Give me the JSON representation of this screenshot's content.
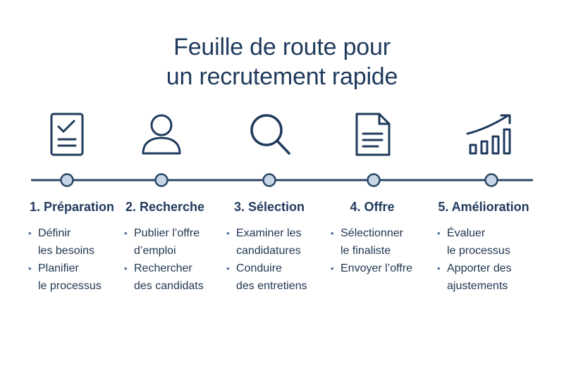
{
  "title": {
    "line1": "Feuille de route pour",
    "line2": "un recrutement rapide"
  },
  "colors": {
    "primary": "#1f3a5c",
    "node_fill": "#c7d6e6",
    "line": "#2b4766"
  },
  "steps": [
    {
      "icon": "checklist-icon",
      "title": "1. Préparation",
      "bullets": [
        {
          "l1": "Définir",
          "l2": "les besoins"
        },
        {
          "l1": "Planifier",
          "l2": "le processus"
        }
      ]
    },
    {
      "icon": "user-icon",
      "title": "2. Recherche",
      "bullets": [
        {
          "l1": "Publier l’offre",
          "l2": "d’emploi"
        },
        {
          "l1": "Rechercher",
          "l2": "des candidats"
        }
      ]
    },
    {
      "icon": "magnifier-icon",
      "title": "3. Sélection",
      "bullets": [
        {
          "l1": "Examiner les",
          "l2": "candidatures"
        },
        {
          "l1": "Conduire",
          "l2": "des entretiens"
        }
      ]
    },
    {
      "icon": "document-icon",
      "title": "4. Offre",
      "bullets": [
        {
          "l1": "Sélectionner",
          "l2": "le finaliste"
        },
        {
          "l1": "Envoyer l’offre",
          "l2": ""
        }
      ]
    },
    {
      "icon": "growth-chart-icon",
      "title": "5. Amélioration",
      "bullets": [
        {
          "l1": "Évaluer",
          "l2": "le processus"
        },
        {
          "l1": "Apporter des",
          "l2": "ajustements"
        }
      ]
    }
  ]
}
